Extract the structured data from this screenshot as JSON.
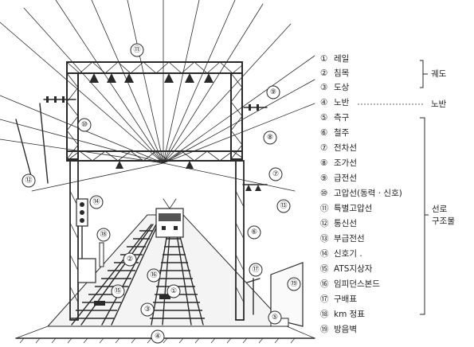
{
  "callouts": [
    "⑪",
    "⑨",
    "⑩",
    "⑧",
    "⑫",
    "⑦",
    "⑭",
    "⑬",
    "⑱",
    "⑥",
    "②",
    "⑰",
    "⑯",
    "⑲",
    "⑮",
    "①",
    "③",
    "⑤",
    "④"
  ],
  "legend": [
    {
      "num": "①",
      "label": "레일"
    },
    {
      "num": "②",
      "label": "침목"
    },
    {
      "num": "③",
      "label": "도상"
    },
    {
      "num": "④",
      "label": "노반"
    },
    {
      "num": "⑤",
      "label": "측구"
    },
    {
      "num": "⑥",
      "label": "철주"
    },
    {
      "num": "⑦",
      "label": "전차선"
    },
    {
      "num": "⑧",
      "label": "조가선"
    },
    {
      "num": "⑨",
      "label": "급전선"
    },
    {
      "num": "⑩",
      "label": "고압선(동력 · 신호)"
    },
    {
      "num": "⑪",
      "label": "특별고압선"
    },
    {
      "num": "⑫",
      "label": "통신선"
    },
    {
      "num": "⑬",
      "label": "부급전선"
    },
    {
      "num": "⑭",
      "label": "신호기 ."
    },
    {
      "num": "⑮",
      "label": "ATS지상자"
    },
    {
      "num": "⑯",
      "label": "임피던스본드"
    },
    {
      "num": "⑰",
      "label": "구배표"
    },
    {
      "num": "⑱",
      "label": "km 정표"
    },
    {
      "num": "⑲",
      "label": "방음벽"
    }
  ],
  "groups": {
    "track": "궤도",
    "roadbed": "노반",
    "structure_line1": "선로",
    "structure_line2": "구조물"
  }
}
